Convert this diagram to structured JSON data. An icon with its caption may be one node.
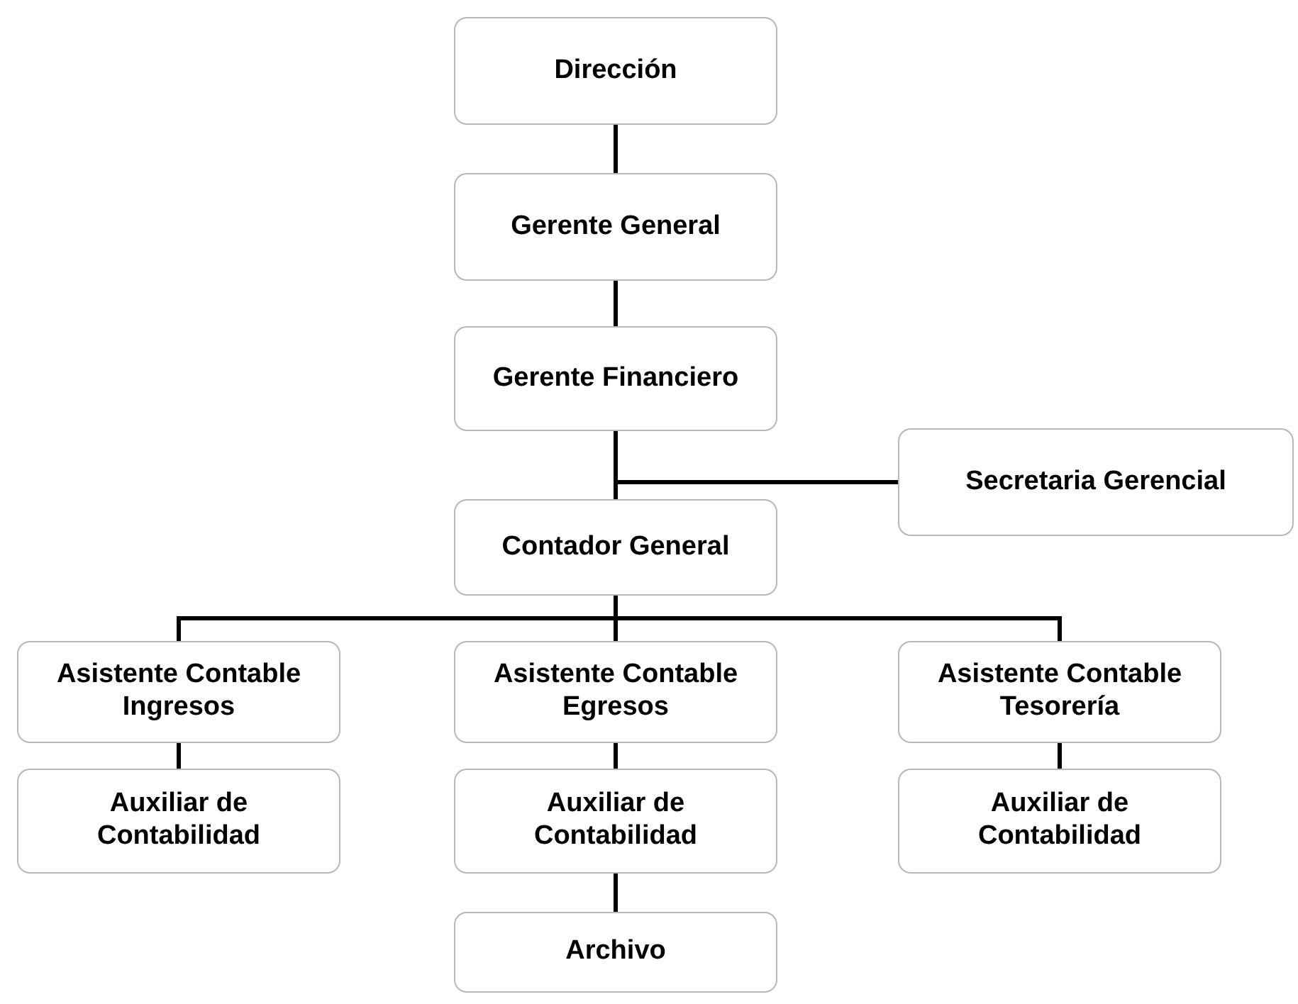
{
  "diagram": {
    "nodes": [
      {
        "text": [
          "Dirección"
        ]
      },
      {
        "text": [
          "Gerente General"
        ]
      },
      {
        "text": [
          "Gerente Financiero"
        ]
      },
      {
        "text": [
          "Secretaria Gerencial"
        ]
      },
      {
        "text": [
          "Contador General"
        ]
      },
      {
        "text": [
          "Asistente Contable Ingresos"
        ]
      },
      {
        "text": [
          "Asistente Contable Egresos"
        ]
      },
      {
        "text": [
          "Asistente Contable Tesorería"
        ]
      },
      {
        "text": [
          "Auxiliar de Contabilidad"
        ]
      },
      {
        "text": [
          "Auxiliar de Contabilidad"
        ]
      },
      {
        "text": [
          "Auxiliar de Contabilidad"
        ]
      },
      {
        "text": [
          "Archivo"
        ]
      }
    ],
    "edges": [
      {
        "from": 0,
        "to": 1,
        "arrow": "none"
      },
      {
        "from": 1,
        "to": 2,
        "arrow": "none"
      },
      {
        "from": 2,
        "to": 3,
        "arrow": "none"
      },
      {
        "from": 2,
        "to": 4,
        "arrow": "none"
      },
      {
        "from": 4,
        "to": 5,
        "arrow": "none"
      },
      {
        "from": 4,
        "to": 6,
        "arrow": "none"
      },
      {
        "from": 4,
        "to": 7,
        "arrow": "none"
      },
      {
        "from": 5,
        "to": 8,
        "arrow": "none"
      },
      {
        "from": 6,
        "to": 9,
        "arrow": "none"
      },
      {
        "from": 7,
        "to": 10,
        "arrow": "none"
      },
      {
        "from": 9,
        "to": 11,
        "arrow": "none"
      }
    ]
  }
}
